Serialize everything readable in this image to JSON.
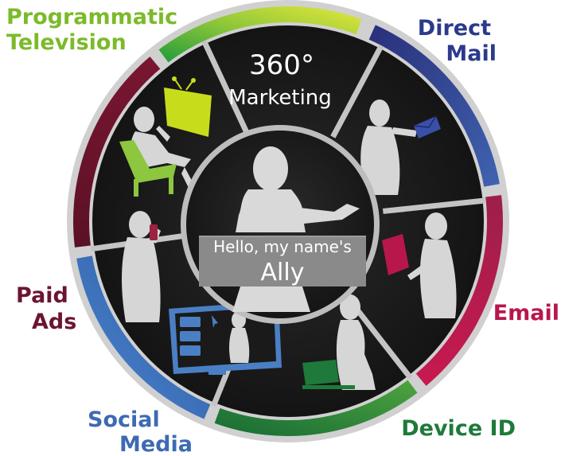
{
  "center": {
    "title": "360°",
    "subtitle": "Marketing",
    "greeting": "Hello, my name's",
    "name": "Ally"
  },
  "channels": [
    {
      "id": "direct-mail",
      "lines": [
        "Direct",
        "Mail"
      ],
      "color": "#2b3a8c",
      "icon": "envelope-icon"
    },
    {
      "id": "email",
      "lines": [
        "Email"
      ],
      "color": "#b8174c",
      "icon": "tablet-icon"
    },
    {
      "id": "device-id",
      "lines": [
        "Device ID"
      ],
      "color": "#1e7a3a",
      "icon": "laptop-icon"
    },
    {
      "id": "social-media",
      "lines": [
        "Social",
        "Media"
      ],
      "color": "#3d6ab3",
      "icon": "monitor-icon"
    },
    {
      "id": "paid-ads",
      "lines": [
        "Paid",
        "Ads"
      ],
      "color": "#6b1530",
      "icon": "phone-icon"
    },
    {
      "id": "programmatic-television",
      "lines": [
        "Programmatic",
        "Television"
      ],
      "color": "#7cba2a",
      "icon": "tv-icon"
    }
  ],
  "colors": {
    "wheel": "#1a1a1a",
    "divider": "#c8c8c8",
    "silhouette": "#d8d8d8",
    "banner": "#8a8a8a"
  }
}
